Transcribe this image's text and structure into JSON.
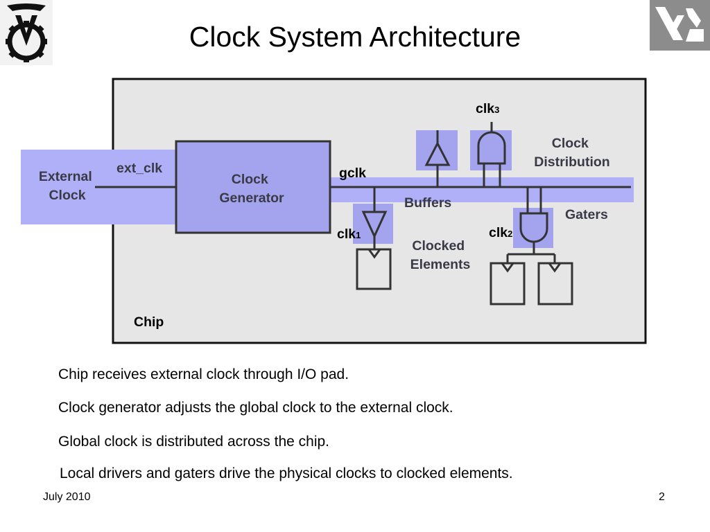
{
  "slide": {
    "title": "Clock System Architecture",
    "bullets": [
      "Chip receives external clock through I/O pad.",
      "Clock generator adjusts the global clock to the external clock.",
      "Global clock is distributed across the chip.",
      "Local drivers and gaters drive the physical clocks to clocked elements."
    ],
    "footer": {
      "date": "July 2010",
      "page": "2"
    }
  },
  "diagram": {
    "external_clock": [
      "External",
      "Clock"
    ],
    "ext_clk": "ext_clk",
    "clock_generator": [
      "Clock",
      "Generator"
    ],
    "gclk": "gclk",
    "buffers": "Buffers",
    "clock_distribution": [
      "Clock",
      "Distribution"
    ],
    "gaters": "Gaters",
    "clocked_elements": [
      "Clocked",
      "Elements"
    ],
    "chip": "Chip",
    "clk": "clk",
    "clk1_sub": "1",
    "clk2_sub": "2",
    "clk3_sub": "3"
  },
  "colors": {
    "chip_bg": "#e6e6e6",
    "highlight": "#b0b0f8",
    "generator_fill": "#a3a3ee",
    "wire": "#333333"
  }
}
